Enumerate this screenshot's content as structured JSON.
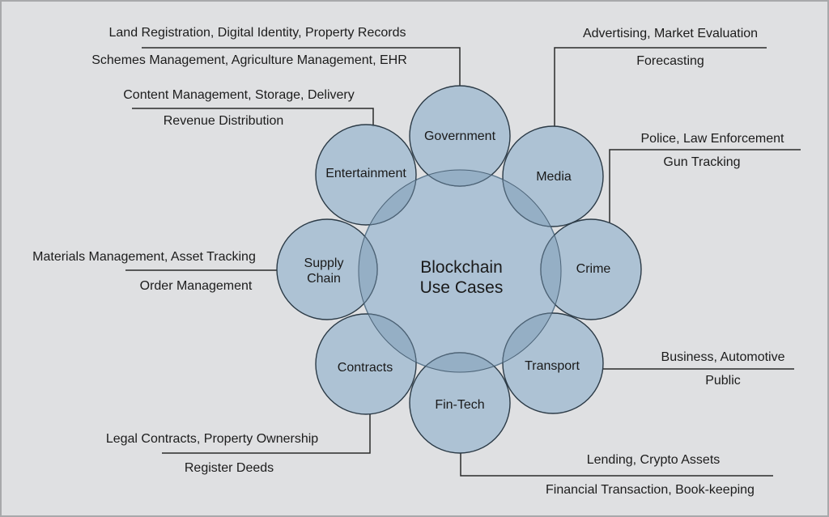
{
  "diagram": {
    "title": "Blockchain Use Cases",
    "center": {
      "lines": [
        "Blockchain",
        "Use Cases"
      ]
    },
    "colors": {
      "background": "#dfe0e2",
      "circle_fill": "#a9bfd3",
      "circle_stroke": "#2b3a46",
      "center_fill": "#adc2d5",
      "text": "#1c1c1c",
      "leader_line": "#2a2a2a"
    },
    "nodes": [
      {
        "id": "government",
        "lines": [
          "Government"
        ],
        "annotations": [
          "Land Registration, Digital Identity, Property Records",
          "Schemes Management, Agriculture Management, EHR"
        ]
      },
      {
        "id": "media",
        "lines": [
          "Media"
        ],
        "annotations": [
          "Advertising, Market Evaluation",
          "Forecasting"
        ]
      },
      {
        "id": "crime",
        "lines": [
          "Crime"
        ],
        "annotations": [
          "Police, Law Enforcement",
          "Gun Tracking"
        ]
      },
      {
        "id": "transport",
        "lines": [
          "Transport"
        ],
        "annotations": [
          "Business, Automotive",
          "Public"
        ]
      },
      {
        "id": "fin-tech",
        "lines": [
          "Fin-Tech"
        ],
        "annotations": [
          "Lending, Crypto Assets",
          "Financial Transaction, Book-keeping"
        ]
      },
      {
        "id": "contracts",
        "lines": [
          "Contracts"
        ],
        "annotations": [
          "Legal Contracts, Property Ownership",
          "Register Deeds"
        ]
      },
      {
        "id": "supply-chain",
        "lines": [
          "Supply",
          "Chain"
        ],
        "annotations": [
          "Materials Management, Asset Tracking",
          "Order Management"
        ]
      },
      {
        "id": "entertainment",
        "lines": [
          "Entertainment"
        ],
        "annotations": [
          "Content Management, Storage, Delivery",
          "Revenue Distribution"
        ]
      }
    ]
  }
}
